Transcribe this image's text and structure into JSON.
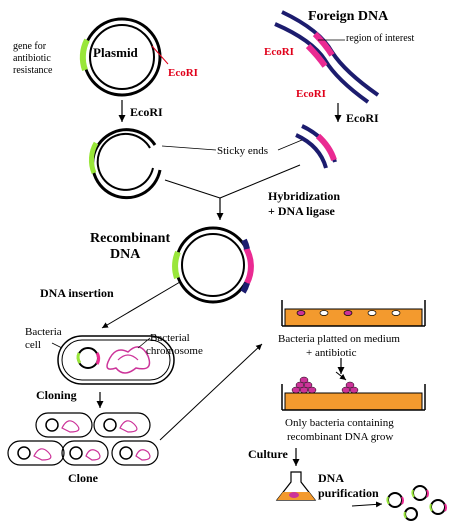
{
  "labels": {
    "plasmid": "Plasmid",
    "gene_line1": "gene for",
    "gene_line2": "antibiotic",
    "gene_line3": "resistance",
    "ecori_plasmid": "EcoRI",
    "foreign_dna": "Foreign DNA",
    "region_of_interest": "region of interest",
    "ecori_foreign_left": "EcoRI",
    "ecori_foreign_right": "EcoRI",
    "ecori_arrow_left": "EcoRI",
    "ecori_arrow_right": "EcoRI",
    "sticky_ends": "Sticky ends",
    "hybridization": "Hybridization",
    "dna_ligase": "+ DNA ligase",
    "recombinant_line1": "Recombinant",
    "recombinant_line2": "DNA",
    "dna_insertion": "DNA insertion",
    "bacteria_line1": "Bacteria",
    "bacteria_line2": "cell",
    "bacterial_line1": "Bacterial",
    "bacterial_line2": "chromosome",
    "cloning": "Cloning",
    "clone": "Clone",
    "platted_line1": "Bacteria platted on medium",
    "platted_line2": "+ antibiotic",
    "only_line1": "Only bacteria containing",
    "only_line2": "recombinant DNA grow",
    "culture": "Culture",
    "purif_line1": "DNA",
    "purif_line2": "purification"
  },
  "colors": {
    "gene": "#99e63a",
    "insert": "#ea2a92",
    "strand": "#1c1c6e",
    "ecori": "#e0001a",
    "medium": "#f39a2e",
    "colony": "#cc3399"
  }
}
